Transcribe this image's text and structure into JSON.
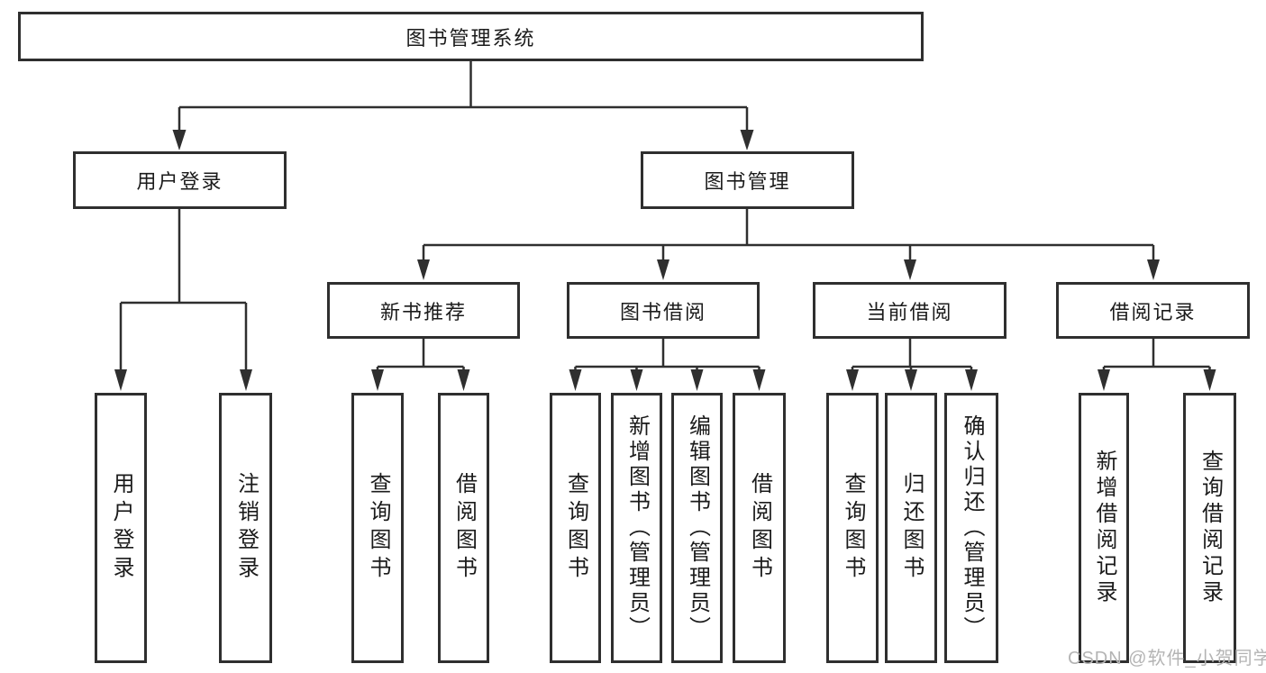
{
  "diagram": {
    "root": {
      "label": "图书管理系统"
    },
    "branches": [
      {
        "label": "用户登录",
        "children": [
          {
            "label": "用户登录"
          },
          {
            "label": "注销登录"
          }
        ]
      },
      {
        "label": "图书管理",
        "children": [
          {
            "label": "新书推荐",
            "children": [
              {
                "label": "查询图书"
              },
              {
                "label": "借阅图书"
              }
            ]
          },
          {
            "label": "图书借阅",
            "children": [
              {
                "label": "查询图书"
              },
              {
                "label": "新增图书（管理员）"
              },
              {
                "label": "编辑图书（管理员）"
              },
              {
                "label": "借阅图书"
              }
            ]
          },
          {
            "label": "当前借阅",
            "children": [
              {
                "label": "查询图书"
              },
              {
                "label": "归还图书"
              },
              {
                "label": "确认归还（管理员）"
              }
            ]
          },
          {
            "label": "借阅记录",
            "children": [
              {
                "label": "新增借阅记录"
              },
              {
                "label": "查询借阅记录"
              }
            ]
          }
        ]
      }
    ],
    "line_color": "#2f2f2f",
    "box_background": "#ffffff"
  },
  "watermark": {
    "text": "CSDN @软件_小贺同学"
  }
}
